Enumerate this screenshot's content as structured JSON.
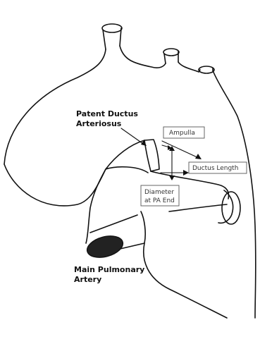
{
  "labels": {
    "pda_line1": "Patent Ductus",
    "pda_line2": "Arteriosus",
    "ampulla": "Ampulla",
    "ductus_length": "Ductus Length",
    "diameter_line1": "Diameter",
    "diameter_line2": "at PA End",
    "mpa_line1": "Main Pulmonary",
    "mpa_line2": "Artery"
  },
  "colors": {
    "line": "#111111",
    "box_border": "#555555",
    "background": "#ffffff"
  }
}
